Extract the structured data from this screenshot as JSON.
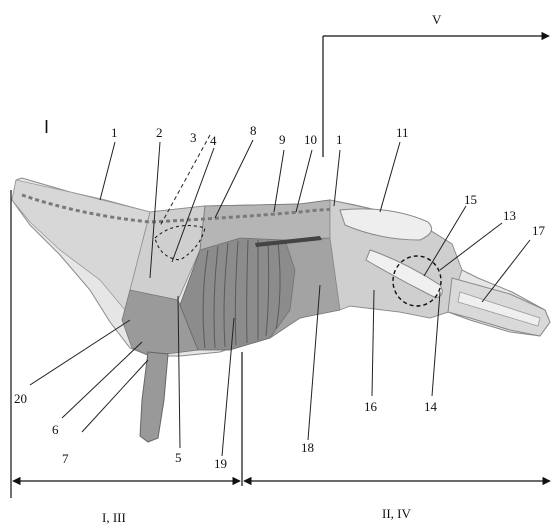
{
  "figure": {
    "panel_mark": "I",
    "section_labels": {
      "front": "I, III",
      "rear": "II, IV",
      "top": "V"
    },
    "part_labels": [
      "1",
      "2",
      "3",
      "4",
      "8",
      "9",
      "10",
      "1",
      "11",
      "15",
      "13",
      "17",
      "20",
      "6",
      "7",
      "5",
      "19",
      "18",
      "16",
      "14"
    ]
  }
}
